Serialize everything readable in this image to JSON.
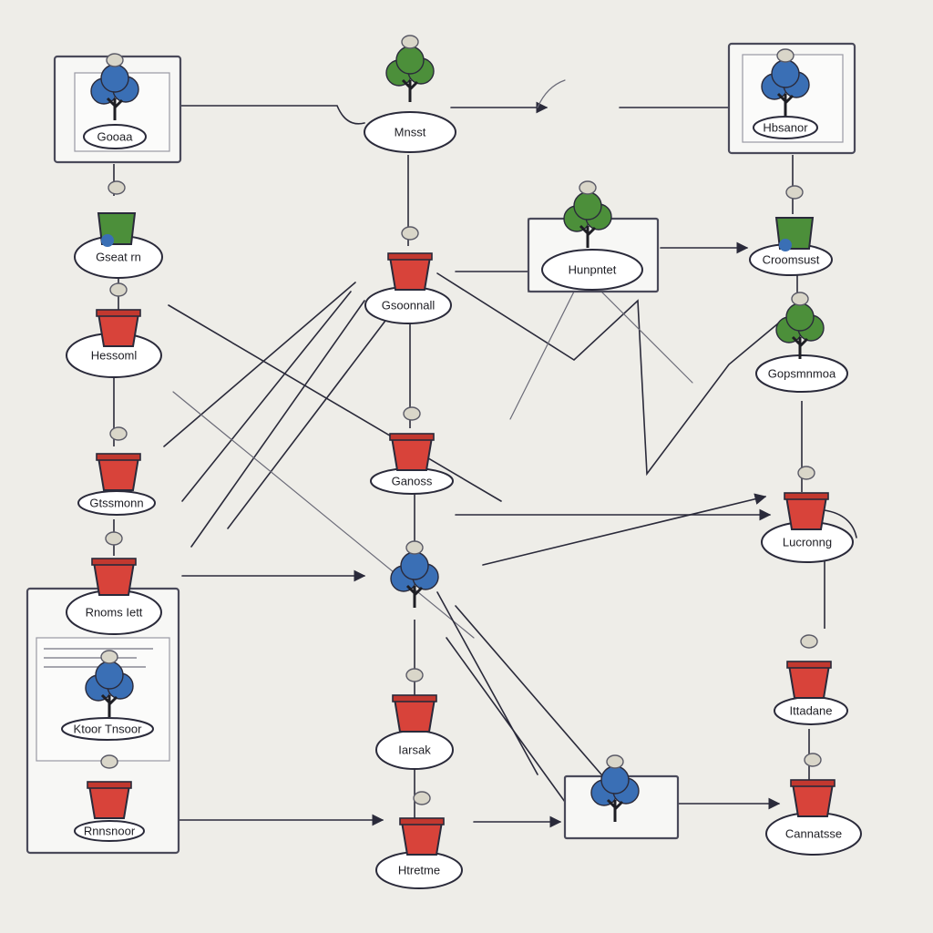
{
  "colors": {
    "background": "#eeede8",
    "ink": "#2a2a3a",
    "red": "#d8433a",
    "green": "#4c8f3a",
    "blue": "#3a6fb5",
    "connector": "#d9d6c9"
  },
  "nodes": {
    "top_left": {
      "label": "Gooaa",
      "icon": "blue-tree-icon"
    },
    "top_center": {
      "label": "Mnsst",
      "icon": "green-tree-icon"
    },
    "top_right": {
      "label": "Hbsanor",
      "icon": "blue-tree-icon"
    },
    "left_1": {
      "label": "Gseat rn",
      "icon": "green-pot-icon"
    },
    "left_2": {
      "label": "Hessoml",
      "icon": "red-pot-icon"
    },
    "left_3": {
      "label": "Gtssmonn",
      "icon": "red-pot-icon"
    },
    "left_4": {
      "label": "Rnoms Iett",
      "icon": "red-pot-icon"
    },
    "left_frame": {
      "label": "Ktoor Tnsoor",
      "icon": "blue-tree-icon"
    },
    "left_bottom": {
      "label": "Rnnsnoor",
      "icon": "red-pot-icon"
    },
    "center_1": {
      "label": "Gsoonnall",
      "icon": "red-pot-icon"
    },
    "center_2": {
      "label": "Ganoss",
      "icon": "red-pot-icon"
    },
    "center_3": {
      "label": "",
      "icon": "blue-tree-icon"
    },
    "center_4": {
      "label": "Iarsak",
      "icon": "red-pot-icon"
    },
    "center_5": {
      "label": "Htretme",
      "icon": "red-pot-icon"
    },
    "mid_right": {
      "label": "Hunpntet",
      "icon": "green-tree-icon"
    },
    "right_1": {
      "label": "Croomsust",
      "icon": "green-pot-icon"
    },
    "right_2": {
      "label": "Gopsmnmoa",
      "icon": "green-tree-icon"
    },
    "right_3": {
      "label": "Lucronng",
      "icon": "red-pot-icon"
    },
    "right_4": {
      "label": "Ittadane",
      "icon": "red-pot-icon"
    },
    "right_5": {
      "label": "Cannatsse",
      "icon": "red-pot-icon"
    },
    "bottom_frame": {
      "label": "",
      "icon": "blue-tree-icon"
    }
  }
}
